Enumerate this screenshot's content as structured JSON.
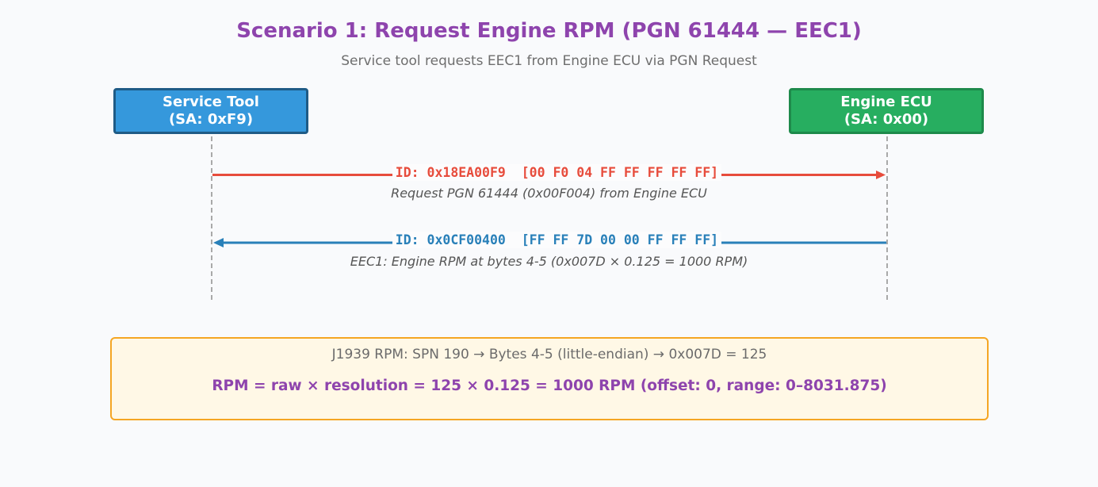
{
  "header": {
    "title": "Scenario 1: Request Engine RPM (PGN 61444 — EEC1)",
    "subtitle": "Service tool requests EEC1 from Engine ECU via PGN Request"
  },
  "actors": [
    {
      "name": "Service Tool",
      "address": "(SA: 0xF9)",
      "color": "#3598dc",
      "border": "#1f5b86"
    },
    {
      "name": "Engine ECU",
      "address": "(SA: 0x00)",
      "color": "#27ae60",
      "border": "#1e8a4b"
    }
  ],
  "messages": [
    {
      "direction": "tool-to-ecu",
      "frame": "ID: 0x18EA00F9  [00 F0 04 FF FF FF FF FF]",
      "description": "Request PGN 61444 (0x00F004) from Engine ECU",
      "color": "#e74c3c"
    },
    {
      "direction": "ecu-to-tool",
      "frame": "ID: 0x0CF00400  [FF FF 7D 00 00 FF FF FF]",
      "description": "EEC1: Engine RPM at bytes 4-5 (0x007D × 0.125 = 1000 RPM)",
      "color": "#2980b9"
    }
  ],
  "info": {
    "line1": "J1939 RPM:  SPN 190 → Bytes 4-5 (little-endian) → 0x007D = 125",
    "line2": "RPM = raw × resolution = 125 × 0.125 = 1000 RPM  (offset: 0, range: 0–8031.875)"
  }
}
